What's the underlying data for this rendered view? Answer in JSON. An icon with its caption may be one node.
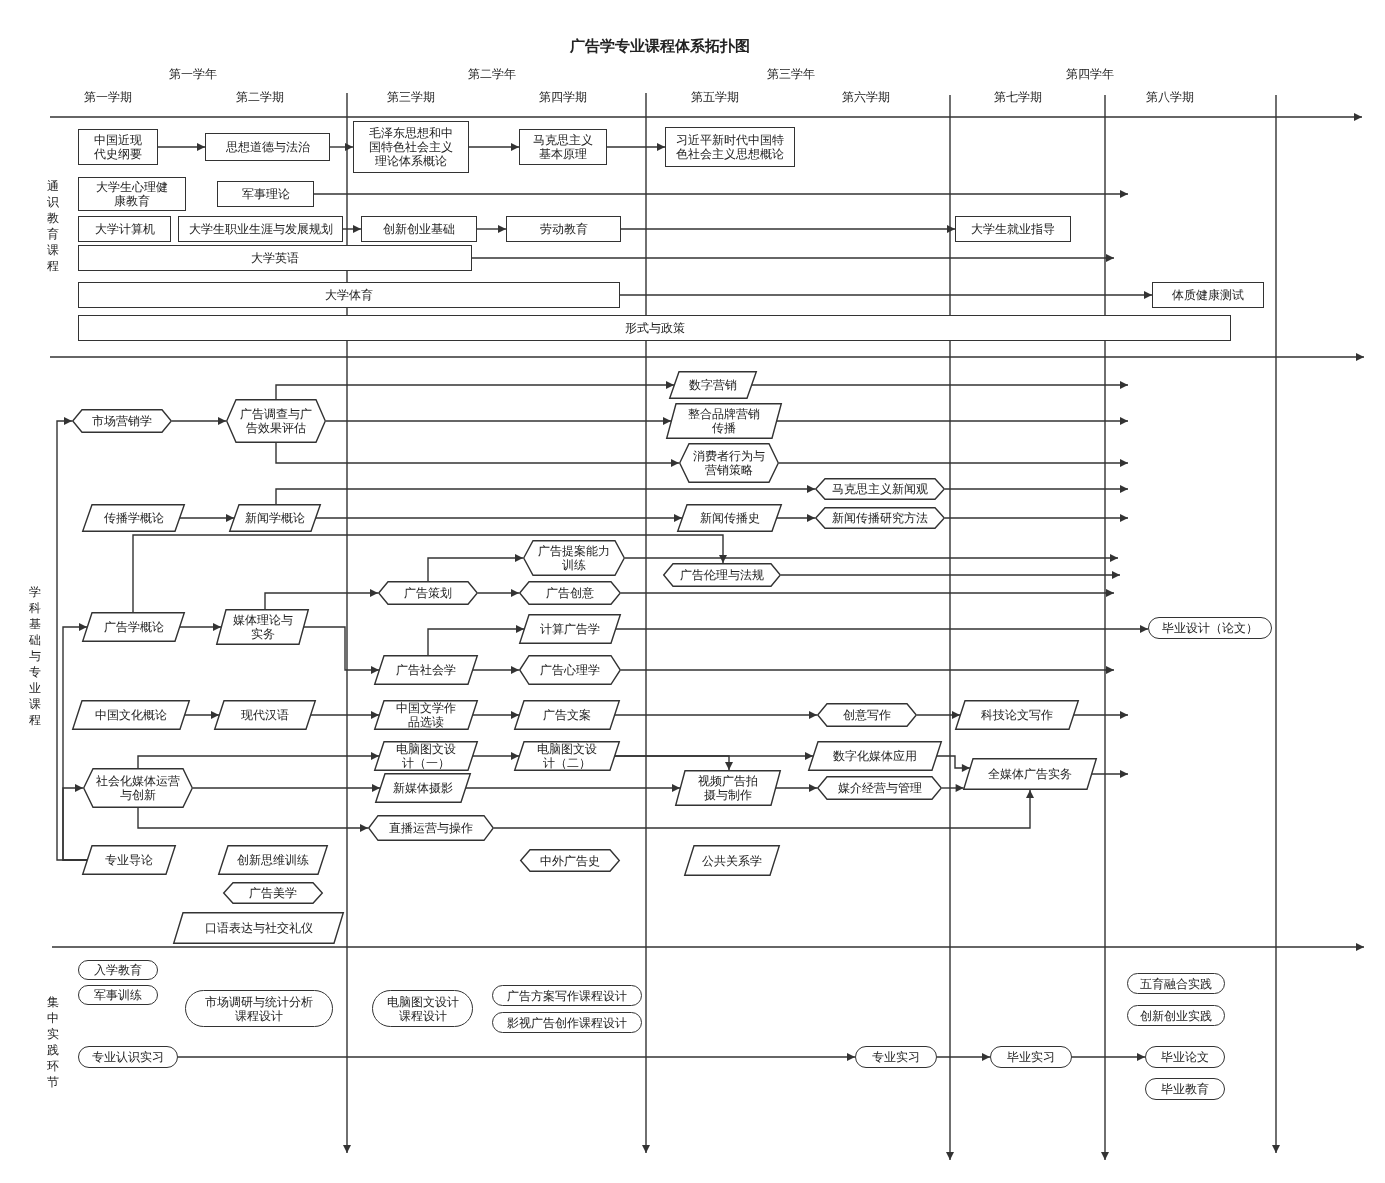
{
  "diagram": {
    "title": "广告学专业课程体系拓扑图",
    "nodes": [
      {
        "text": [
          "中国近现代史纲要"
        ]
      },
      {
        "text": [
          "思想道德与法治"
        ]
      },
      {
        "text": [
          "毛泽东思想和中国特色社会主义理论体系概论"
        ]
      },
      {
        "text": [
          "马克思主义基本原理"
        ]
      },
      {
        "text": [
          "习近平新时代中国特色社会主义思想概论"
        ]
      },
      {
        "text": [
          "大学生心理健康教育"
        ]
      },
      {
        "text": [
          "军事理论"
        ]
      },
      {
        "text": [
          "大学计算机"
        ]
      },
      {
        "text": [
          "大学生职业生涯与发展规划"
        ]
      },
      {
        "text": [
          "创新创业基础"
        ]
      },
      {
        "text": [
          "劳动教育"
        ]
      },
      {
        "text": [
          "大学生就业指导"
        ]
      },
      {
        "text": [
          "大学英语"
        ]
      },
      {
        "text": [
          "大学体育"
        ]
      },
      {
        "text": [
          "体质健康测试"
        ]
      },
      {
        "text": [
          "形式与政策"
        ]
      },
      {
        "text": [
          "市场营销学"
        ]
      },
      {
        "text": [
          "广告调查与广告效果评估"
        ]
      },
      {
        "text": [
          "数字营销"
        ]
      },
      {
        "text": [
          "整合品牌营销传播"
        ]
      },
      {
        "text": [
          "消费者行为与营销策略"
        ]
      },
      {
        "text": [
          "马克思主义新闻观"
        ]
      },
      {
        "text": [
          "传播学概论"
        ]
      },
      {
        "text": [
          "新闻学概论"
        ]
      },
      {
        "text": [
          "新闻传播史"
        ]
      },
      {
        "text": [
          "新闻传播研究方法"
        ]
      },
      {
        "text": [
          "广告提案能力训练"
        ]
      },
      {
        "text": [
          "广告学概论"
        ]
      },
      {
        "text": [
          "媒体理论与实务"
        ]
      },
      {
        "text": [
          "广告策划"
        ]
      },
      {
        "text": [
          "广告创意"
        ]
      },
      {
        "text": [
          "广告伦理与法规"
        ]
      },
      {
        "text": [
          "计算广告学"
        ]
      },
      {
        "text": [
          "广告社会学"
        ]
      },
      {
        "text": [
          "广告心理学"
        ]
      },
      {
        "text": [
          "毕业设计（论文）"
        ]
      },
      {
        "text": [
          "中国文化概论"
        ]
      },
      {
        "text": [
          "现代汉语"
        ]
      },
      {
        "text": [
          "中国文学作品选读"
        ]
      },
      {
        "text": [
          "广告文案"
        ]
      },
      {
        "text": [
          "创意写作"
        ]
      },
      {
        "text": [
          "科技论文写作"
        ]
      },
      {
        "text": [
          "电脑图文设计（一）"
        ]
      },
      {
        "text": [
          "电脑图文设计（二）"
        ]
      },
      {
        "text": [
          "数字化媒体应用"
        ]
      },
      {
        "text": [
          "社会化媒体运营与创新"
        ]
      },
      {
        "text": [
          "新媒体摄影"
        ]
      },
      {
        "text": [
          "视频广告拍摄与制作"
        ]
      },
      {
        "text": [
          "媒介经营与管理"
        ]
      },
      {
        "text": [
          "全媒体广告实务"
        ]
      },
      {
        "text": [
          "直播运营与操作"
        ]
      },
      {
        "text": [
          "专业导论"
        ]
      },
      {
        "text": [
          "创新思维训练"
        ]
      },
      {
        "text": [
          "中外广告史"
        ]
      },
      {
        "text": [
          "公共关系学"
        ]
      },
      {
        "text": [
          "广告美学"
        ]
      },
      {
        "text": [
          "口语表达与社交礼仪"
        ]
      },
      {
        "text": [
          "入学教育"
        ]
      },
      {
        "text": [
          "军事训练"
        ]
      },
      {
        "text": [
          "市场调研与统计分析课程设计"
        ]
      },
      {
        "text": [
          "电脑图文设计课程设计"
        ]
      },
      {
        "text": [
          "广告方案写作课程设计"
        ]
      },
      {
        "text": [
          "影视广告创作课程设计"
        ]
      },
      {
        "text": [
          "五育融合实践"
        ]
      },
      {
        "text": [
          "创新创业实践"
        ]
      },
      {
        "text": [
          "专业认识实习"
        ]
      },
      {
        "text": [
          "专业实习"
        ]
      },
      {
        "text": [
          "毕业实习"
        ]
      },
      {
        "text": [
          "毕业论文"
        ]
      },
      {
        "text": [
          "毕业教育"
        ]
      }
    ],
    "edges": [
      {
        "from": 0,
        "to": 1,
        "arrow": "to"
      },
      {
        "from": 1,
        "to": 2,
        "arrow": "to"
      },
      {
        "from": 2,
        "to": 3,
        "arrow": "to"
      },
      {
        "from": 3,
        "to": 4,
        "arrow": "to"
      },
      {
        "from": 6,
        "to": null,
        "arrow": "to"
      },
      {
        "from": 8,
        "to": 9,
        "arrow": "to"
      },
      {
        "from": 9,
        "to": 10,
        "arrow": "to"
      },
      {
        "from": 10,
        "to": 11,
        "arrow": "to"
      },
      {
        "from": 12,
        "to": null,
        "arrow": "to"
      },
      {
        "from": 13,
        "to": 14,
        "arrow": "to"
      },
      {
        "from": 51,
        "to": 16,
        "arrow": "to"
      },
      {
        "from": 51,
        "to": 27,
        "arrow": "to"
      },
      {
        "from": 51,
        "to": 45,
        "arrow": "to"
      },
      {
        "from": 16,
        "to": 17,
        "arrow": "to"
      },
      {
        "from": 17,
        "to": 18,
        "arrow": "to"
      },
      {
        "from": 17,
        "to": 19,
        "arrow": "to"
      },
      {
        "from": 17,
        "to": 20,
        "arrow": "to"
      },
      {
        "from": 18,
        "to": null,
        "arrow": "to"
      },
      {
        "from": 19,
        "to": null,
        "arrow": "to"
      },
      {
        "from": 20,
        "to": null,
        "arrow": "to"
      },
      {
        "from": 22,
        "to": 23,
        "arrow": "to"
      },
      {
        "from": 23,
        "to": 21,
        "arrow": "to"
      },
      {
        "from": 23,
        "to": 24,
        "arrow": "to"
      },
      {
        "from": 24,
        "to": 25,
        "arrow": "to"
      },
      {
        "from": 21,
        "to": null,
        "arrow": "to"
      },
      {
        "from": 25,
        "to": null,
        "arrow": "to"
      },
      {
        "from": 27,
        "to": 31,
        "arrow": "to"
      },
      {
        "from": 26,
        "to": null,
        "arrow": "to"
      },
      {
        "from": 27,
        "to": 28,
        "arrow": "to"
      },
      {
        "from": 28,
        "to": 29,
        "arrow": "to"
      },
      {
        "from": 28,
        "to": 33,
        "arrow": "to"
      },
      {
        "from": 29,
        "to": 26,
        "arrow": "to"
      },
      {
        "from": 29,
        "to": 30,
        "arrow": "to"
      },
      {
        "from": 30,
        "to": null,
        "arrow": "to"
      },
      {
        "from": 31,
        "to": null,
        "arrow": "to"
      },
      {
        "from": 33,
        "to": 32,
        "arrow": "to"
      },
      {
        "from": 33,
        "to": 34,
        "arrow": "to"
      },
      {
        "from": 32,
        "to": 35,
        "arrow": "to"
      },
      {
        "from": 34,
        "to": null,
        "arrow": "to"
      },
      {
        "from": 36,
        "to": 37,
        "arrow": "to"
      },
      {
        "from": 37,
        "to": 38,
        "arrow": "to"
      },
      {
        "from": 38,
        "to": 39,
        "arrow": "to"
      },
      {
        "from": 39,
        "to": 40,
        "arrow": "to"
      },
      {
        "from": 40,
        "to": 41,
        "arrow": "to"
      },
      {
        "from": 41,
        "to": null,
        "arrow": "to"
      },
      {
        "from": 45,
        "to": 42,
        "arrow": "to"
      },
      {
        "from": 42,
        "to": 43,
        "arrow": "to"
      },
      {
        "from": 43,
        "to": 47,
        "arrow": "to"
      },
      {
        "from": 43,
        "to": 44,
        "arrow": "to"
      },
      {
        "from": 45,
        "to": 46,
        "arrow": "to"
      },
      {
        "from": 46,
        "to": 47,
        "arrow": "to"
      },
      {
        "from": 45,
        "to": 50,
        "arrow": "to"
      },
      {
        "from": 50,
        "to": 49,
        "arrow": "to"
      },
      {
        "from": 47,
        "to": 48,
        "arrow": "to"
      },
      {
        "from": 48,
        "to": 49,
        "arrow": "to"
      },
      {
        "from": 44,
        "to": 49,
        "arrow": "to"
      },
      {
        "from": 49,
        "to": null,
        "arrow": "to"
      },
      {
        "from": 65,
        "to": 66,
        "arrow": "to"
      },
      {
        "from": 66,
        "to": 67,
        "arrow": "to"
      },
      {
        "from": 67,
        "to": 68,
        "arrow": "to"
      }
    ],
    "labels": [
      "第一学年",
      "第二学年",
      "第三学年",
      "第四学年",
      "第一学期",
      "第二学期",
      "第三学期",
      "第四学期",
      "第五学期",
      "第六学期",
      "第七学期",
      "第八学期",
      "通识教育课程",
      "学科基础与专业课程",
      "集中实践环节"
    ]
  }
}
